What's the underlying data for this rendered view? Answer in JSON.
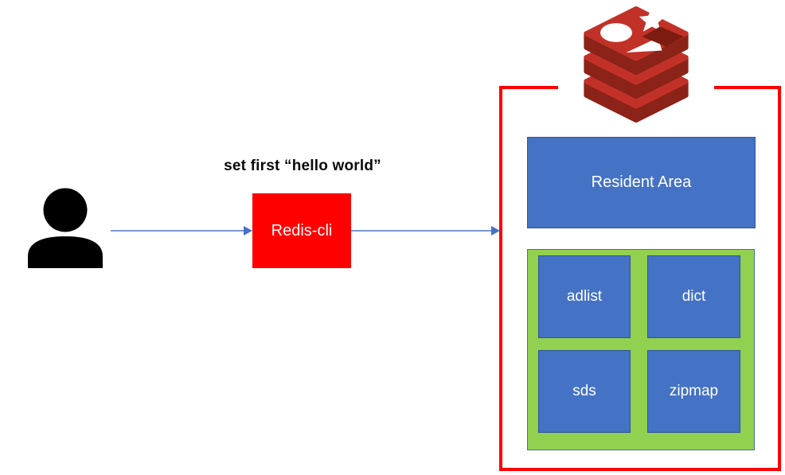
{
  "diagram": {
    "command_label": "set first “hello world”",
    "redis_cli_label": "Redis-cli",
    "resident_area_label": "Resident Area",
    "modules": [
      "adlist",
      "dict",
      "sds",
      "zipmap"
    ],
    "icons": {
      "actor": "user-silhouette-icon",
      "server": "redis-logo-icon"
    }
  },
  "colors": {
    "red": "#FF0000",
    "blue": "#4472C4",
    "blue_border": "#2F5597",
    "green": "#92D050",
    "green_border": "#41719C",
    "arrow_line": "#7C97CF",
    "arrow_head": "#4472C4",
    "text_dark": "#0A0A0A",
    "text_light": "#FFFFFF",
    "logo_top": "#C23128",
    "logo_side": "#8C2318",
    "logo_hole": "#7C1B10"
  }
}
